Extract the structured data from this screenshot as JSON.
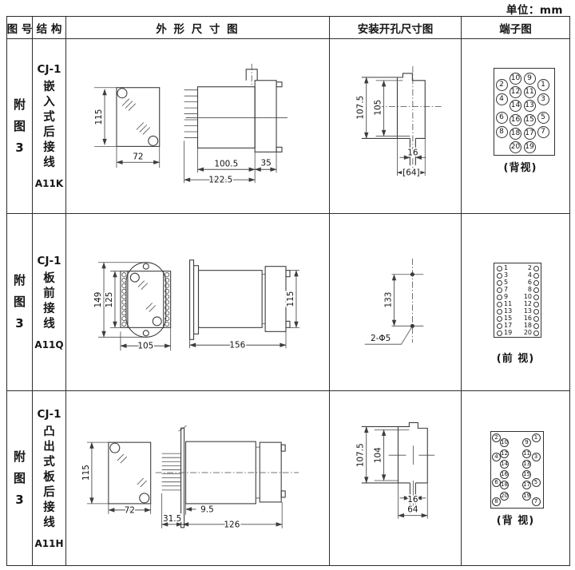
{
  "page": {
    "unit_label": "单位：mm"
  },
  "header": {
    "fig": "图 号",
    "structure": "结 构",
    "outline": "外 形 尺 寸 图",
    "mounting": "安装开孔尺寸图",
    "terminal": "端子图"
  },
  "rows": [
    {
      "fig_no": "附\n图\n3",
      "structure": {
        "model": "CJ-1",
        "desc": "嵌\n入\n式\n后\n接\n线",
        "code": "A11K"
      },
      "outline": {
        "front_h": "115",
        "front_w": "72",
        "body_len": "100.5",
        "total_len": "122.5",
        "flange_t": "35"
      },
      "mounting": {
        "outer_h": "107.5",
        "inner_h": "105",
        "slot_w": "16",
        "cut_w": "[64]"
      },
      "terminal": {
        "label": "(背视)",
        "inner_left": [
          "10",
          "12",
          "14",
          "16",
          "18",
          "20"
        ],
        "inner_right": [
          "9",
          "11",
          "13",
          "15",
          "17",
          "19"
        ],
        "outer_left": [
          "2",
          "4",
          "6",
          "8"
        ],
        "outer_right": [
          "1",
          "3",
          "5",
          "7"
        ]
      }
    },
    {
      "fig_no": "附\n图\n3",
      "structure": {
        "model": "CJ-1",
        "desc": "板\n前\n接\n线",
        "code": "A11Q"
      },
      "outline": {
        "plate_h": "149",
        "body_h": "125",
        "front_w": "105",
        "side_len": "156",
        "side_h": "115"
      },
      "mounting": {
        "hole_span": "133",
        "hole_label": "2-Φ5"
      },
      "terminal": {
        "label": "(前 视)",
        "left": [
          "1",
          "3",
          "5",
          "7",
          "9",
          "11",
          "13",
          "15",
          "17",
          "19"
        ],
        "right": [
          "2",
          "4",
          "6",
          "8",
          "10",
          "12",
          "13",
          "16",
          "18",
          "20"
        ]
      }
    },
    {
      "fig_no": "附\n图\n3",
      "structure": {
        "model": "CJ-1",
        "desc": "凸\n出\n式\n板\n后\n接\n线",
        "code": "A11H"
      },
      "outline": {
        "front_h": "115",
        "front_w": "72",
        "pin_len": "31.5",
        "gap": "9.5",
        "body_len": "126"
      },
      "mounting": {
        "outer_h": "107.5",
        "inner_h": "104",
        "slot_w": "16",
        "cut_w": "64"
      },
      "terminal": {
        "label": "(背 视)",
        "inner_left": [
          "10",
          "12",
          "14",
          "16",
          "18",
          "20"
        ],
        "inner_right": [
          "9",
          "11",
          "13",
          "15",
          "17",
          "19"
        ],
        "outer_left": [
          "2",
          "4",
          "6",
          "8"
        ],
        "outer_right": [
          "1",
          "3",
          "5",
          "7"
        ]
      }
    }
  ]
}
